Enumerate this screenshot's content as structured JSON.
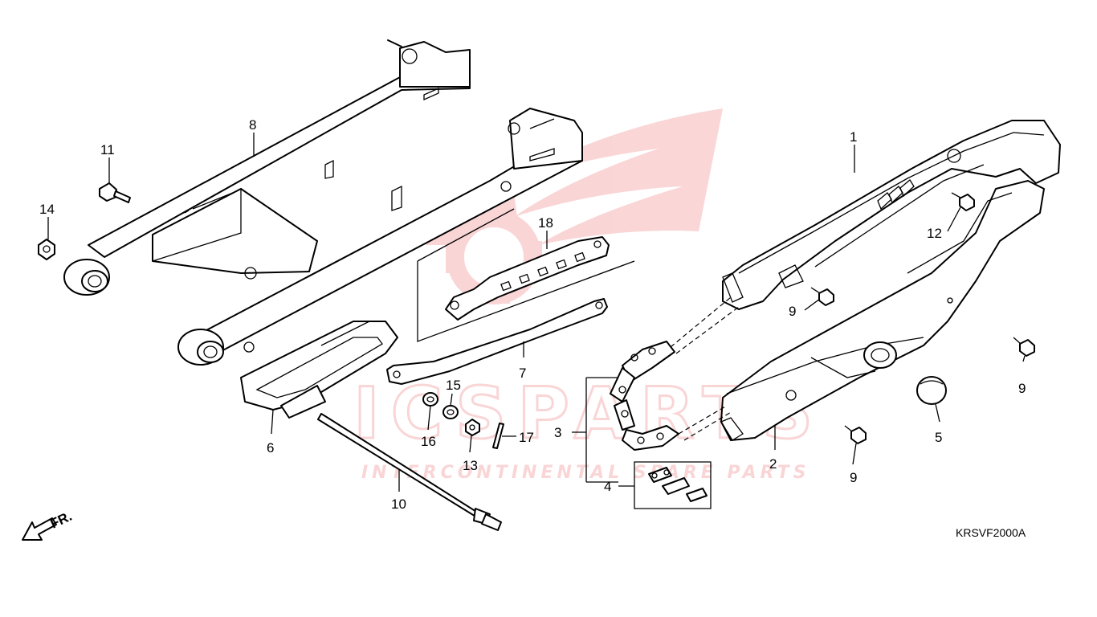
{
  "diagram_code": "KRSVF2000A",
  "front_indicator": "FR.",
  "watermark": {
    "brand": "ICSPARTS",
    "tagline": "INTERCONTINENTAL SPARE PARTS",
    "color": "#e8434a"
  },
  "callouts": [
    {
      "id": "1",
      "label": "1"
    },
    {
      "id": "2",
      "label": "2"
    },
    {
      "id": "3",
      "label": "3"
    },
    {
      "id": "4",
      "label": "4"
    },
    {
      "id": "5",
      "label": "5"
    },
    {
      "id": "6",
      "label": "6"
    },
    {
      "id": "7",
      "label": "7"
    },
    {
      "id": "8",
      "label": "8"
    },
    {
      "id": "9a",
      "label": "9"
    },
    {
      "id": "9b",
      "label": "9"
    },
    {
      "id": "9c",
      "label": "9"
    },
    {
      "id": "10",
      "label": "10"
    },
    {
      "id": "11",
      "label": "11"
    },
    {
      "id": "12",
      "label": "12"
    },
    {
      "id": "13",
      "label": "13"
    },
    {
      "id": "14",
      "label": "14"
    },
    {
      "id": "15",
      "label": "15"
    },
    {
      "id": "16",
      "label": "16"
    },
    {
      "id": "17",
      "label": "17"
    },
    {
      "id": "18",
      "label": "18"
    }
  ]
}
